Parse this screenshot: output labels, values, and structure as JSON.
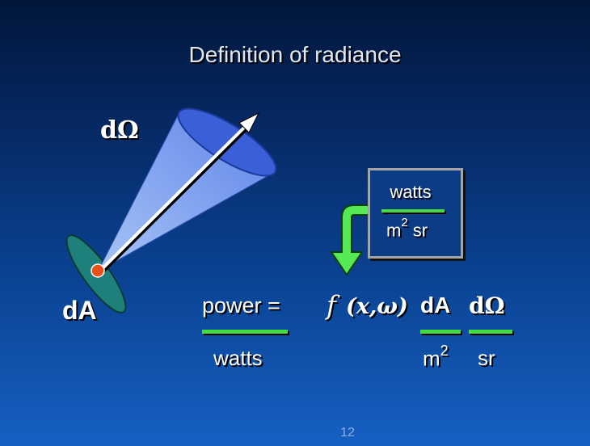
{
  "slide": {
    "title": "Definition of radiance",
    "page_number": "12"
  },
  "diagram": {
    "solid_angle_label": "dΩ",
    "area_label": "dA",
    "units_box": {
      "numerator": "watts",
      "denominator_base": "m",
      "denominator_exp": "2",
      "denominator_tail": "sr"
    },
    "equation": {
      "lhs": "power =",
      "function": "f",
      "args": "(x,ω)",
      "dA": "dA",
      "dOmega": "dΩ",
      "under_power": "watts",
      "under_m": "m",
      "under_exp": "2",
      "under_sr": "sr"
    },
    "colors": {
      "cone_light": "#8fb2f2",
      "cone_dark": "#3a5fd6",
      "area_patch": "#1f7f7a",
      "point": "#e8501c",
      "arrow": "#ffffff",
      "bars": "#43dc43"
    }
  }
}
